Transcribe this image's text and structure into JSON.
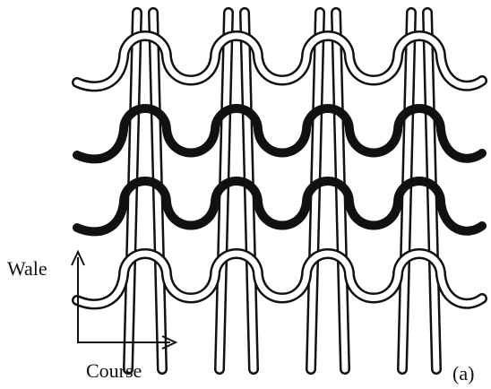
{
  "diagram": {
    "labels": {
      "wale": "Wale",
      "course": "Course",
      "panel": "(a)"
    },
    "structure": {
      "wales": 4,
      "courses": 4,
      "dark_courses": [
        1,
        2
      ],
      "loop_fill": "#ffffff",
      "outline_color": "#111111",
      "dark_yarn_color": "#111111"
    }
  }
}
